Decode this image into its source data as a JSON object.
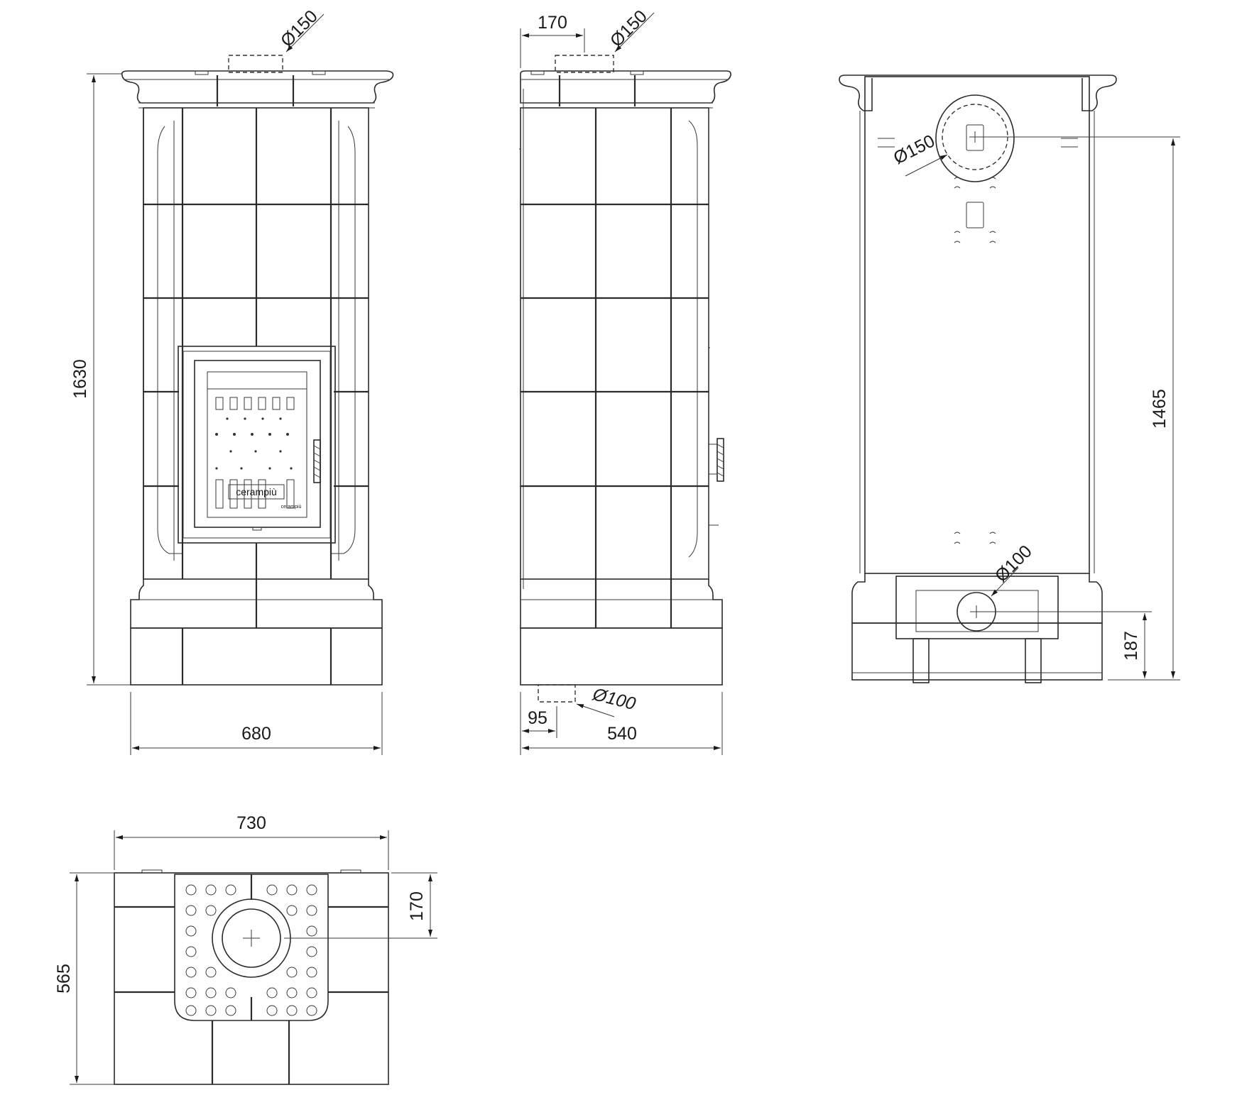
{
  "dimensions": {
    "front_height": "1630",
    "front_width": "680",
    "front_flue_diameter": "Ø150",
    "side_flue_offset": "170",
    "side_flue_diameter": "Ø150",
    "side_inlet_diameter": "Ø100",
    "side_inlet_offset": "95",
    "side_depth": "540",
    "rear_flue_diameter": "Ø150",
    "rear_flue_height": "1465",
    "rear_inlet_diameter": "Ø100",
    "rear_inlet_height": "187",
    "top_width": "730",
    "top_depth": "565",
    "top_flue_offset": "170"
  },
  "brand": {
    "door_logo": "cerampiù",
    "door_logo_small": "cerampiù"
  }
}
